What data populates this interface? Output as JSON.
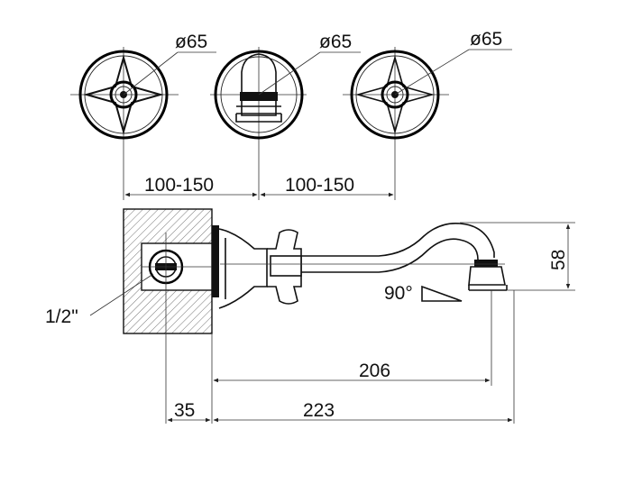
{
  "diagram": {
    "handle_diameters": [
      "ø65",
      "ø65",
      "ø65"
    ],
    "spacing_left": "100-150",
    "spacing_right": "100-150",
    "spout_height": "58",
    "spout_angle": "90°",
    "connection": "1/2\"",
    "spout_projection": "206",
    "body_depth": "35",
    "total_projection": "223"
  },
  "colors": {
    "line": "#111111",
    "background": "#ffffff"
  }
}
